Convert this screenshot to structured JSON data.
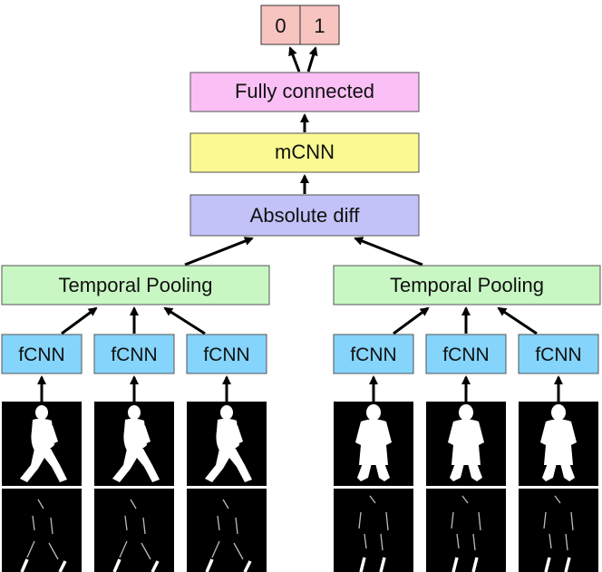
{
  "output": {
    "cells": [
      "0",
      "1"
    ],
    "color": "#f8c4c0"
  },
  "fully_connected": {
    "label": "Fully connected",
    "color": "#fac0f6"
  },
  "mcnn": {
    "label": "mCNN",
    "color": "#fbf992"
  },
  "absolute_diff": {
    "label": "Absolute diff",
    "color": "#c2c2f9"
  },
  "branches": [
    {
      "temporal_pooling": {
        "label": "Temporal Pooling",
        "color": "#c8f7c3"
      },
      "fcnn": [
        {
          "label": "fCNN",
          "color": "#84d4fb"
        },
        {
          "label": "fCNN",
          "color": "#84d4fb"
        },
        {
          "label": "fCNN",
          "color": "#84d4fb"
        }
      ],
      "silhouette_type": "walking-pedestrian"
    },
    {
      "temporal_pooling": {
        "label": "Temporal Pooling",
        "color": "#c8f7c3"
      },
      "fcnn": [
        {
          "label": "fCNN",
          "color": "#84d4fb"
        },
        {
          "label": "fCNN",
          "color": "#84d4fb"
        },
        {
          "label": "fCNN",
          "color": "#84d4fb"
        }
      ],
      "silhouette_type": "pedestrian-with-coat"
    }
  ]
}
